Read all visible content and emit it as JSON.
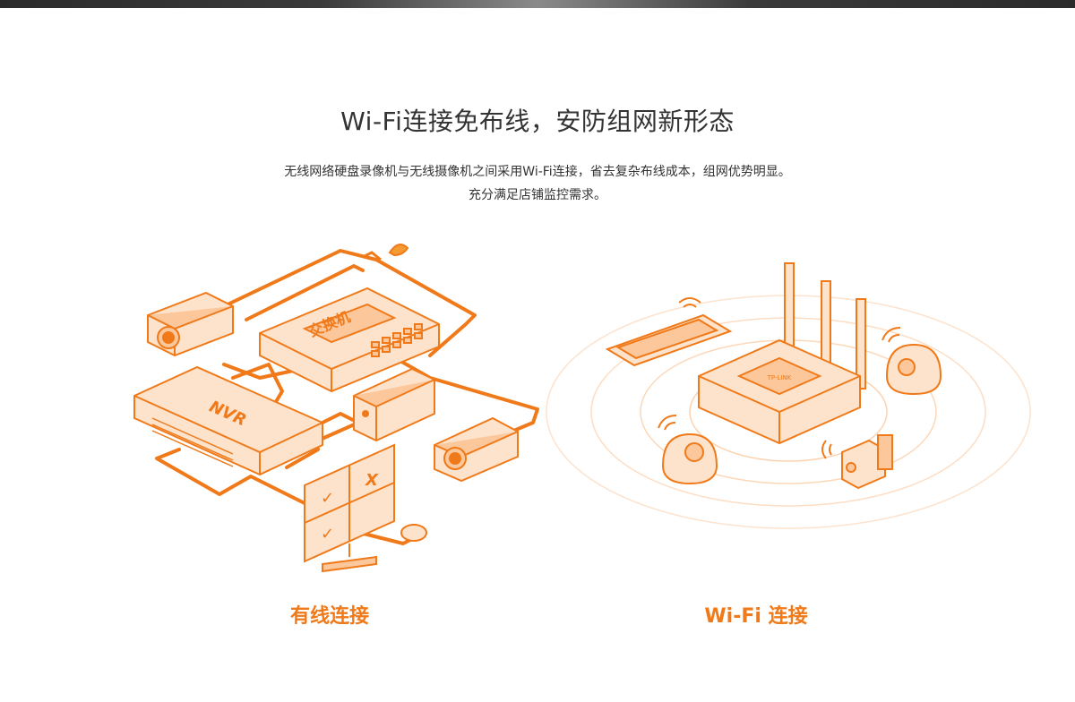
{
  "headline": "Wi-Fi连接免布线，安防组网新形态",
  "description": {
    "line1": "无线网络硬盘录像机与无线摄像机之间采用Wi-Fi连接，省去复杂布线成本，组网优势明显。",
    "line2": "充分满足店铺监控需求。"
  },
  "wired": {
    "caption": "有线连接",
    "switch_label": "交换机",
    "nvr_label": "NVR",
    "monitor_marks": [
      "✓",
      "X",
      "✓"
    ]
  },
  "wifi": {
    "caption": "Wi-Fi 连接",
    "router_brand": "TP-LINK"
  },
  "colors": {
    "accent": "#f07a1a",
    "line": "#f59a33",
    "fill_light": "#fde3cc",
    "fill_mid": "#fbc79b",
    "text": "#333333"
  },
  "icons": [
    "wifi-signal-icon",
    "smartphone-icon",
    "router-icon",
    "camera-icon",
    "dome-camera-icon",
    "nvr-icon",
    "switch-icon",
    "monitor-icon",
    "mouse-icon"
  ]
}
